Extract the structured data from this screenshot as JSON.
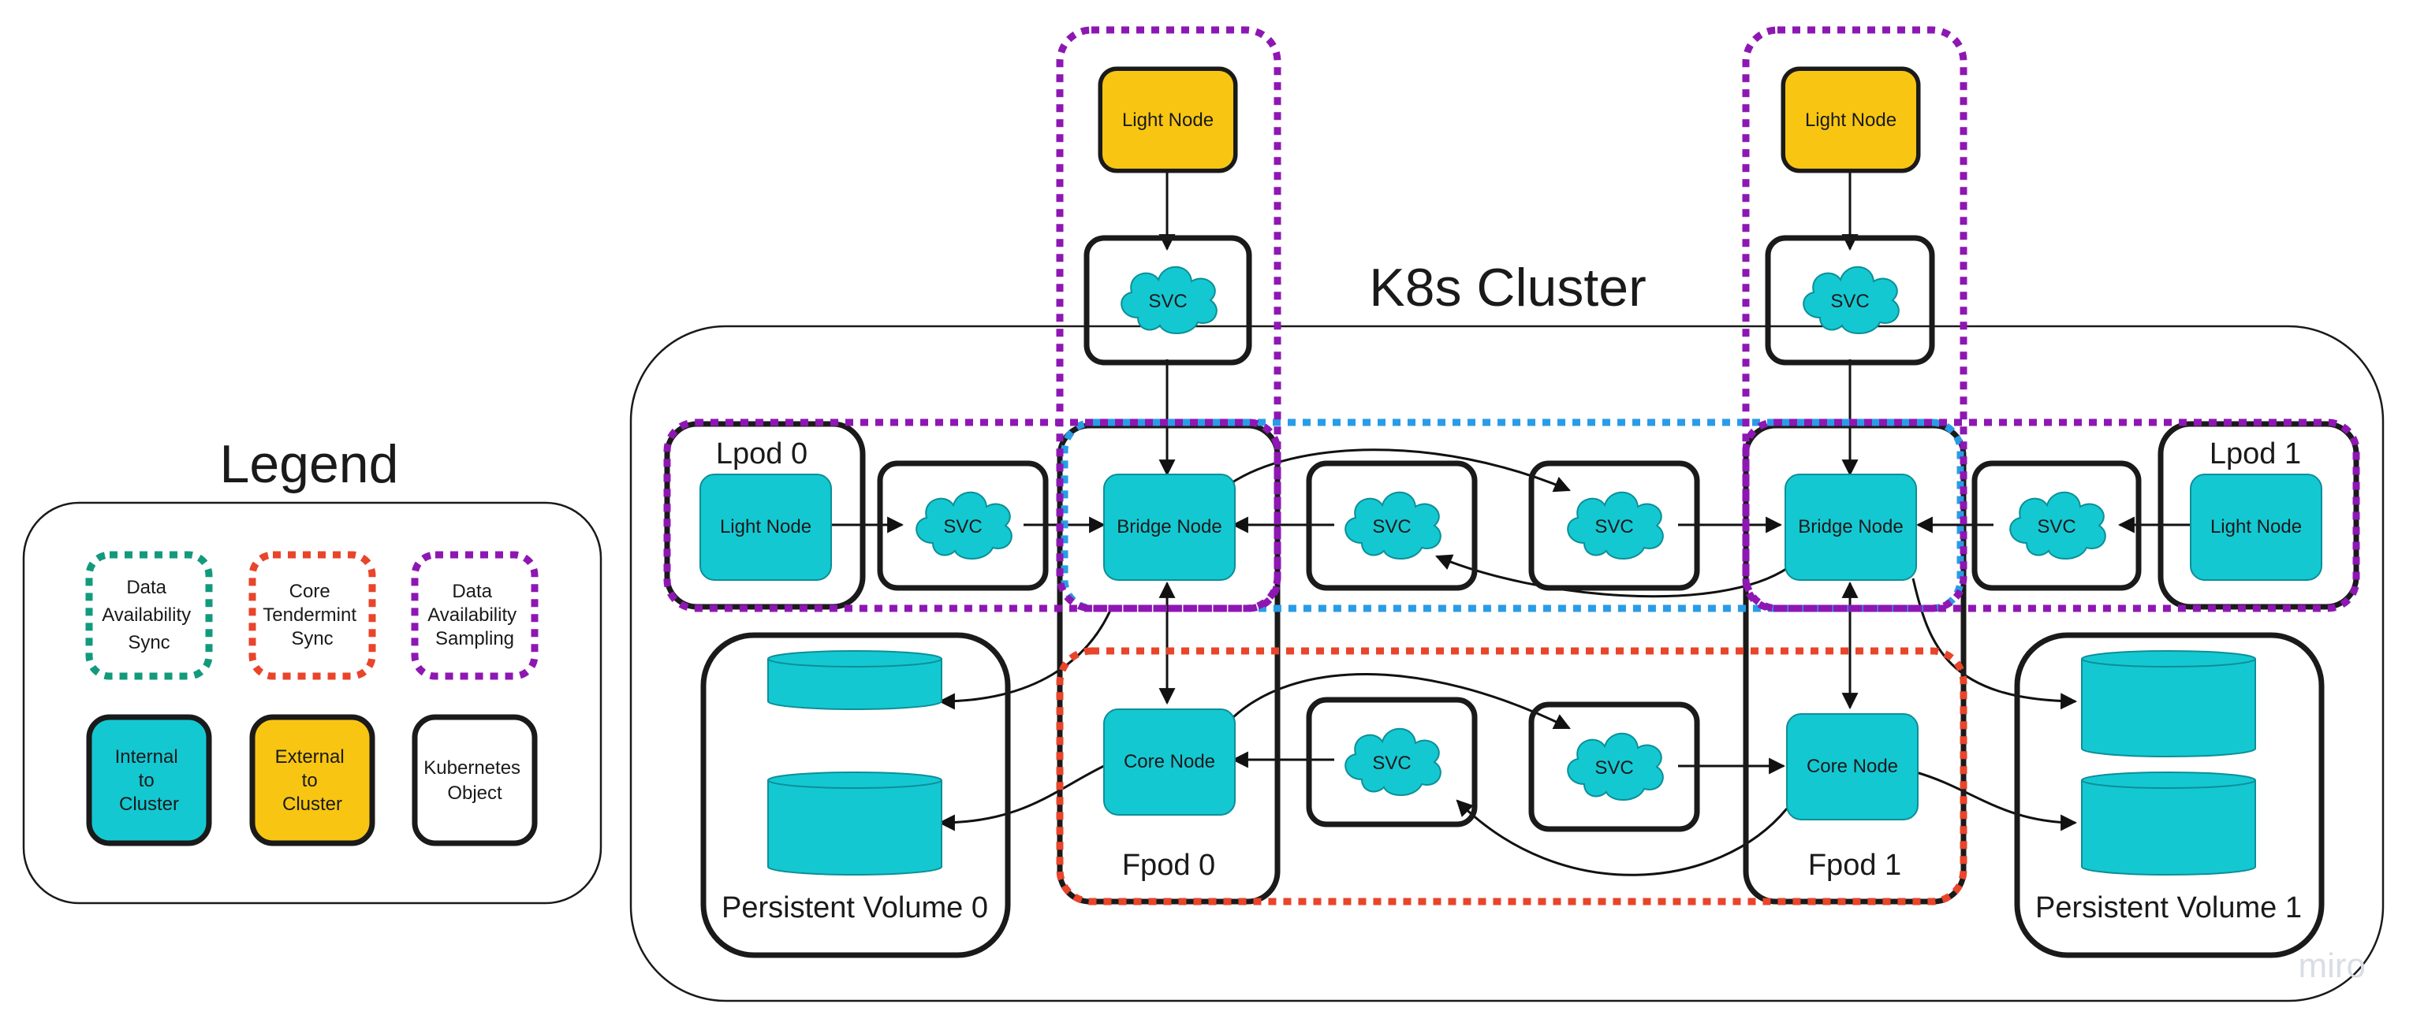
{
  "colors": {
    "internal": "#14c8d2",
    "external": "#f8c512",
    "data_availability_sync": "#129a7c",
    "core_tendermint_sync": "#e8452b",
    "data_availability_sampling": "#8e17b3",
    "blue_link": "#2a9ce6"
  },
  "cluster": {
    "title": "K8s Cluster"
  },
  "legend": {
    "title": "Legend",
    "items": [
      {
        "line1": "Data",
        "line2": "Availability",
        "line3": "Sync"
      },
      {
        "line1": "Core",
        "line2": "Tendermint",
        "line3": "Sync"
      },
      {
        "line1": "Data",
        "line2": "Availability",
        "line3": "Sampling"
      },
      {
        "line1": "Internal",
        "line2": "to",
        "line3": "Cluster"
      },
      {
        "line1": "External",
        "line2": "to",
        "line3": "Cluster"
      },
      {
        "line1": "Kubernetes",
        "line2": "Object"
      }
    ]
  },
  "nodes": {
    "light_node_ext_0": "Light Node",
    "light_node_ext_1": "Light Node",
    "svc_ext_0": "SVC",
    "svc_ext_1": "SVC",
    "lpod0_light_node": "Light Node",
    "lpod1_light_node": "Light Node",
    "svc_lpod0": "SVC",
    "svc_lpod1": "SVC",
    "bridge_node_0": "Bridge Node",
    "bridge_node_1": "Bridge Node",
    "svc_bridge_0": "SVC",
    "svc_bridge_1": "SVC",
    "core_node_0": "Core Node",
    "core_node_1": "Core Node",
    "svc_core_0": "SVC",
    "svc_core_1": "SVC"
  },
  "groups": {
    "lpod0": "Lpod 0",
    "lpod1": "Lpod 1",
    "fpod0": "Fpod 0",
    "fpod1": "Fpod 1",
    "pv0": "Persistent Volume 0",
    "pv1": "Persistent Volume 1"
  },
  "watermark": "miro"
}
